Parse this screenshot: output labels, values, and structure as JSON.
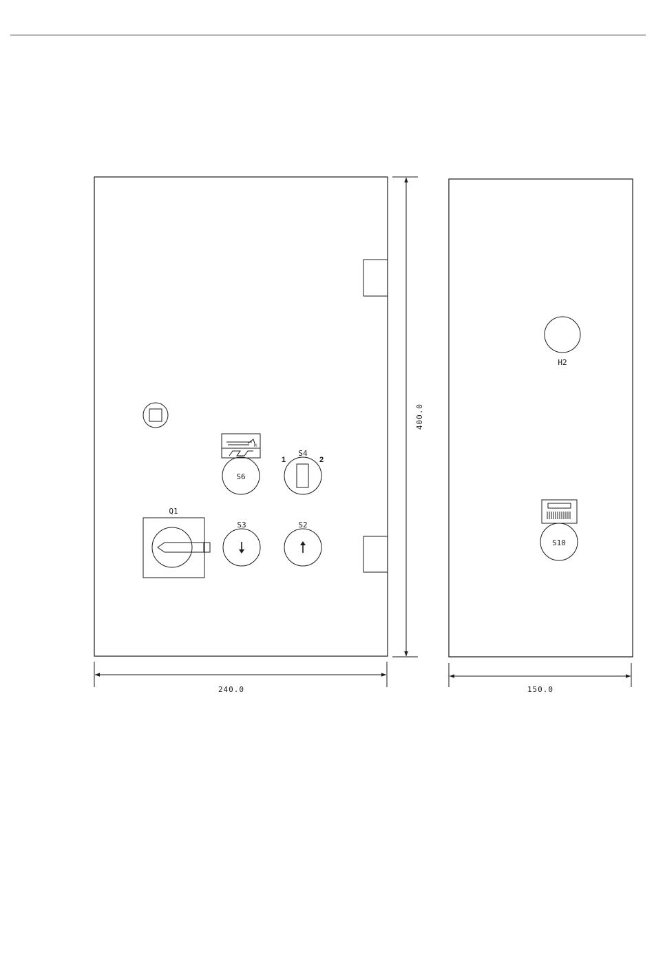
{
  "front_view": {
    "components": {
      "q1": "Q1",
      "s3": "S3",
      "s2": "S2",
      "s4": "S4",
      "s4_pos_1": "1",
      "s4_pos_2": "2",
      "s6": "S6",
      "s6_icon": "mode-symbol-icon",
      "q1_icon": "rotary-handle-icon",
      "s3_icon": "arrow-down-icon",
      "s2_icon": "arrow-up-icon"
    },
    "dimensions": {
      "width": "240.0",
      "height": "400.0"
    }
  },
  "side_view": {
    "components": {
      "h2": "H2",
      "s10": "S10",
      "s10_icon": "display-symbol-icon"
    },
    "dimensions": {
      "width": "150.0"
    }
  }
}
